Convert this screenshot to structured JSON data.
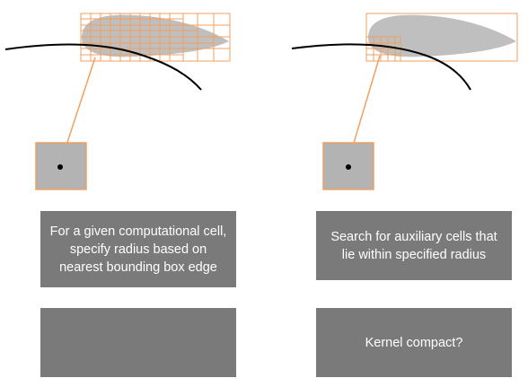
{
  "colors": {
    "airfoil": "#bfbfbf",
    "grid_line": "#f0a060",
    "curve": "#000000",
    "cell_fill": "#b3b3b3",
    "caption_bg": "#7a7a7a",
    "caption_text": "#ffffff"
  },
  "panels": [
    {
      "name": "left",
      "caption": "For a given computational cell, specify radius based on nearest bounding box edge",
      "lower_box": ""
    },
    {
      "name": "right",
      "caption": "Search for auxiliary cells that lie within specified radius",
      "lower_box": "Kernel compact?"
    }
  ]
}
